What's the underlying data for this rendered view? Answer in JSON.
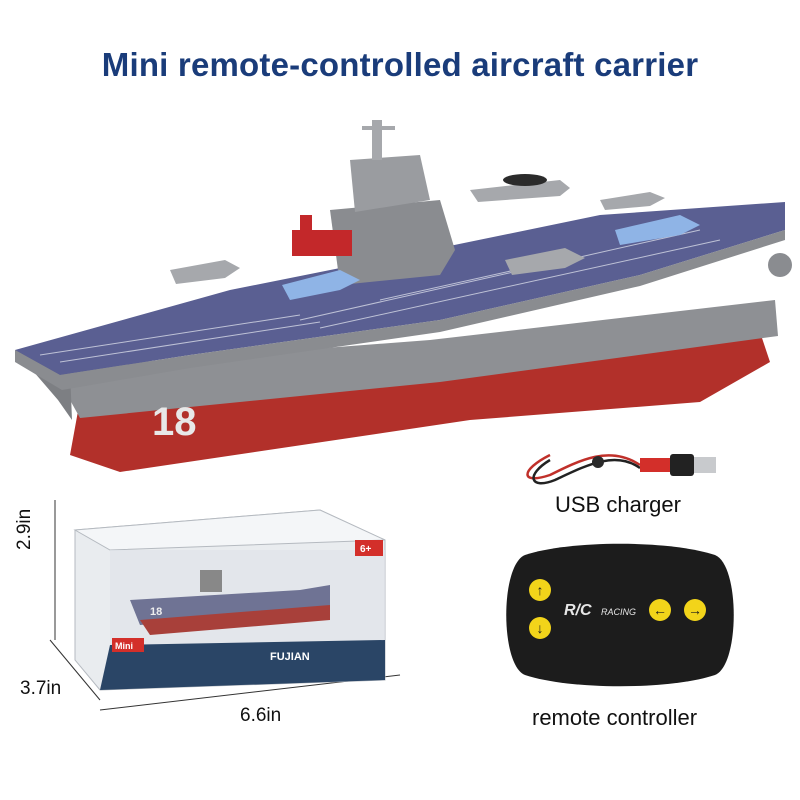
{
  "title": "Mini remote-controlled aircraft carrier",
  "ship": {
    "hull_number": "18"
  },
  "accessories": {
    "usb_label": "USB charger",
    "remote_label": "remote controller",
    "remote_brand": "R/C",
    "remote_brand_sub": "RACING"
  },
  "package": {
    "height": "2.9in",
    "width": "3.7in",
    "length": "6.6in",
    "badge_mini": "Mini",
    "badge_age": "6+",
    "hull_number": "18",
    "brand_text": "FUJIAN"
  },
  "colors": {
    "title": "#1a3c7a",
    "deck": "#5a5f92",
    "hull_red": "#b2302a",
    "hull_gray": "#8e9094",
    "remote_body": "#1c1c1c",
    "remote_buttons": "#f2d41a"
  }
}
